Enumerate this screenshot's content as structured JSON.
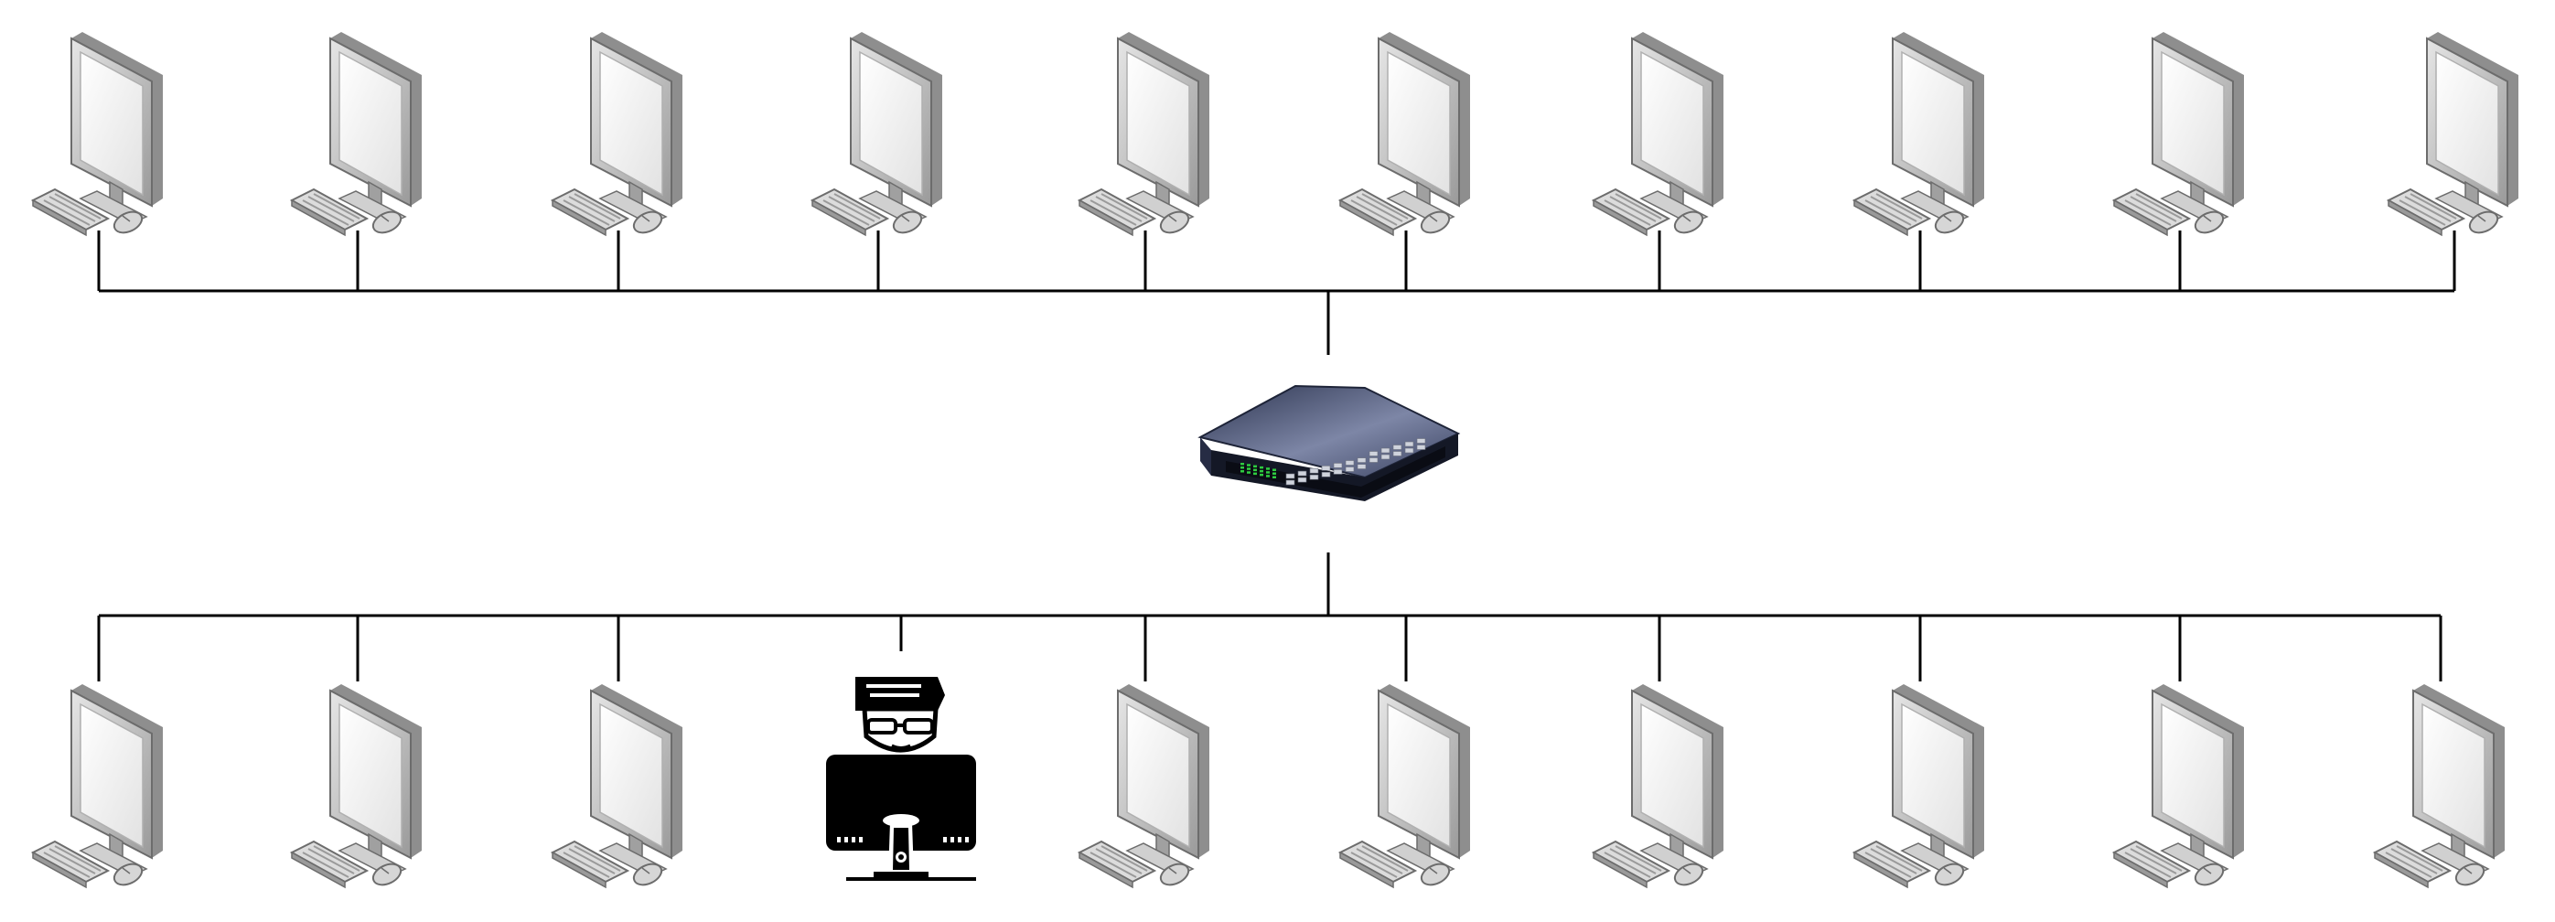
{
  "diagram": {
    "type": "network-topology",
    "layout": "star",
    "center_device": {
      "kind": "network-switch",
      "icon": "network-switch-icon"
    },
    "rows": [
      {
        "position": "top",
        "count": 10,
        "nodes": [
          {
            "kind": "workstation",
            "icon": "desktop-computer-icon"
          },
          {
            "kind": "workstation",
            "icon": "desktop-computer-icon"
          },
          {
            "kind": "workstation",
            "icon": "desktop-computer-icon"
          },
          {
            "kind": "workstation",
            "icon": "desktop-computer-icon"
          },
          {
            "kind": "workstation",
            "icon": "desktop-computer-icon"
          },
          {
            "kind": "workstation",
            "icon": "desktop-computer-icon"
          },
          {
            "kind": "workstation",
            "icon": "desktop-computer-icon"
          },
          {
            "kind": "workstation",
            "icon": "desktop-computer-icon"
          },
          {
            "kind": "workstation",
            "icon": "desktop-computer-icon"
          },
          {
            "kind": "workstation",
            "icon": "desktop-computer-icon"
          }
        ]
      },
      {
        "position": "bottom",
        "count": 10,
        "nodes": [
          {
            "kind": "workstation",
            "icon": "desktop-computer-icon"
          },
          {
            "kind": "workstation",
            "icon": "desktop-computer-icon"
          },
          {
            "kind": "workstation",
            "icon": "desktop-computer-icon"
          },
          {
            "kind": "attacker",
            "icon": "hacker-icon"
          },
          {
            "kind": "workstation",
            "icon": "desktop-computer-icon"
          },
          {
            "kind": "workstation",
            "icon": "desktop-computer-icon"
          },
          {
            "kind": "workstation",
            "icon": "desktop-computer-icon"
          },
          {
            "kind": "workstation",
            "icon": "desktop-computer-icon"
          },
          {
            "kind": "workstation",
            "icon": "desktop-computer-icon"
          },
          {
            "kind": "workstation",
            "icon": "desktop-computer-icon"
          }
        ]
      }
    ],
    "colors": {
      "connector": "#000000",
      "switch_body": "#3d4560",
      "switch_led": "#2ecc40",
      "monitor_frame": "#c8c8c8",
      "monitor_screen": "#f7f7f7",
      "hacker": "#000000"
    }
  }
}
